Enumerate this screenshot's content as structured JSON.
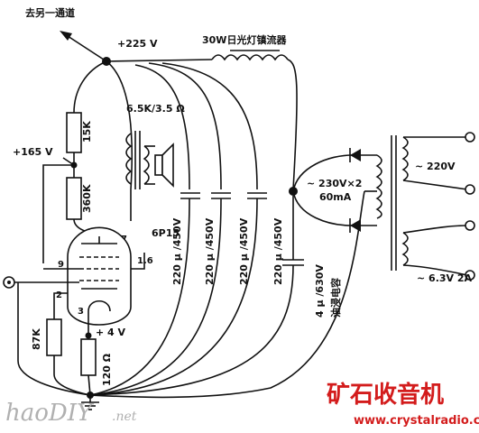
{
  "labels": {
    "other_channel": "去另一通道",
    "b_plus_225": "+225 V",
    "ballast": "30W日光灯镇流器",
    "out_transformer": "6.5K/3.5 Ω",
    "b_plus_165": "+165 V",
    "r_15k": "15K",
    "r_360k": "360K",
    "tube": "6P15",
    "pin_7": "7",
    "pin_1_6": "1.6",
    "pin_9": "9",
    "pin_2": "2",
    "pin_3": "3",
    "r_87k": "87K",
    "plus_4v": "+ 4 V",
    "r_120": "120 Ω",
    "cap1": "220 μ /450V",
    "cap2": "220 μ /450V",
    "cap3": "220 μ /450V",
    "cap4": "220 μ /450V",
    "oil_cap_value": "4 μ /630V",
    "oil_cap_type": "油浸电容",
    "sec_hv": "~ 230V×2",
    "sec_current": "60mA",
    "mains": "~ 220V",
    "heater": "~ 6.3V 2A"
  },
  "watermarks": {
    "site_left": "haoDIY",
    "site_left_suffix": ".net",
    "site_right_logo": "矿石收音机",
    "site_right_url": "www.crystalradio.cn"
  }
}
